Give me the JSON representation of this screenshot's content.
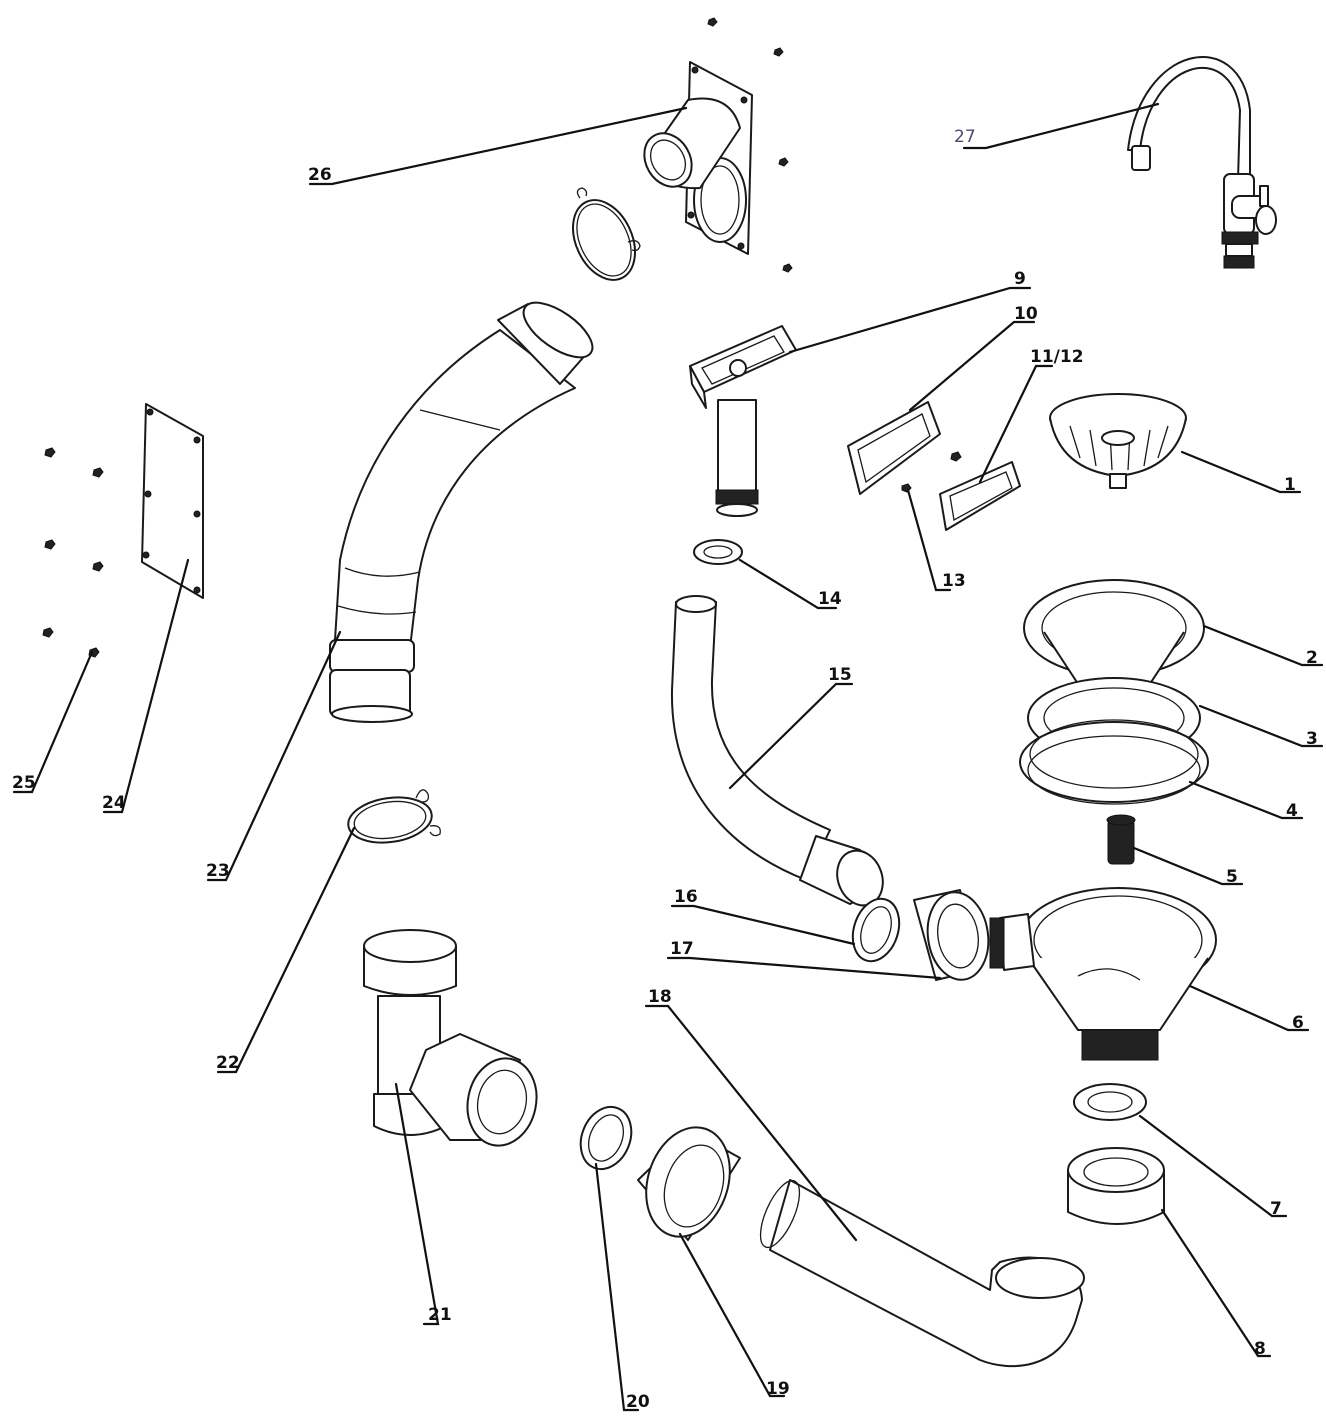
{
  "diagram": {
    "callouts": [
      {
        "id": "c1",
        "text": "1"
      },
      {
        "id": "c2",
        "text": "2"
      },
      {
        "id": "c3",
        "text": "3"
      },
      {
        "id": "c4",
        "text": "4"
      },
      {
        "id": "c5",
        "text": "5"
      },
      {
        "id": "c6",
        "text": "6"
      },
      {
        "id": "c7",
        "text": "7"
      },
      {
        "id": "c8",
        "text": "8"
      },
      {
        "id": "c9",
        "text": "9"
      },
      {
        "id": "c10",
        "text": "10"
      },
      {
        "id": "c11",
        "text": "11/12"
      },
      {
        "id": "c13",
        "text": "13"
      },
      {
        "id": "c14",
        "text": "14"
      },
      {
        "id": "c15",
        "text": "15"
      },
      {
        "id": "c16",
        "text": "16"
      },
      {
        "id": "c17",
        "text": "17"
      },
      {
        "id": "c18",
        "text": "18"
      },
      {
        "id": "c19",
        "text": "19"
      },
      {
        "id": "c20",
        "text": "20"
      },
      {
        "id": "c21",
        "text": "21"
      },
      {
        "id": "c22",
        "text": "22"
      },
      {
        "id": "c23",
        "text": "23"
      },
      {
        "id": "c24",
        "text": "24"
      },
      {
        "id": "c25",
        "text": "25"
      },
      {
        "id": "c26",
        "text": "26"
      },
      {
        "id": "c27",
        "text": "27"
      }
    ]
  },
  "style": {
    "line_color": "#1a1a1a",
    "background": "#ffffff",
    "label_27_color": "#4a4a70"
  }
}
